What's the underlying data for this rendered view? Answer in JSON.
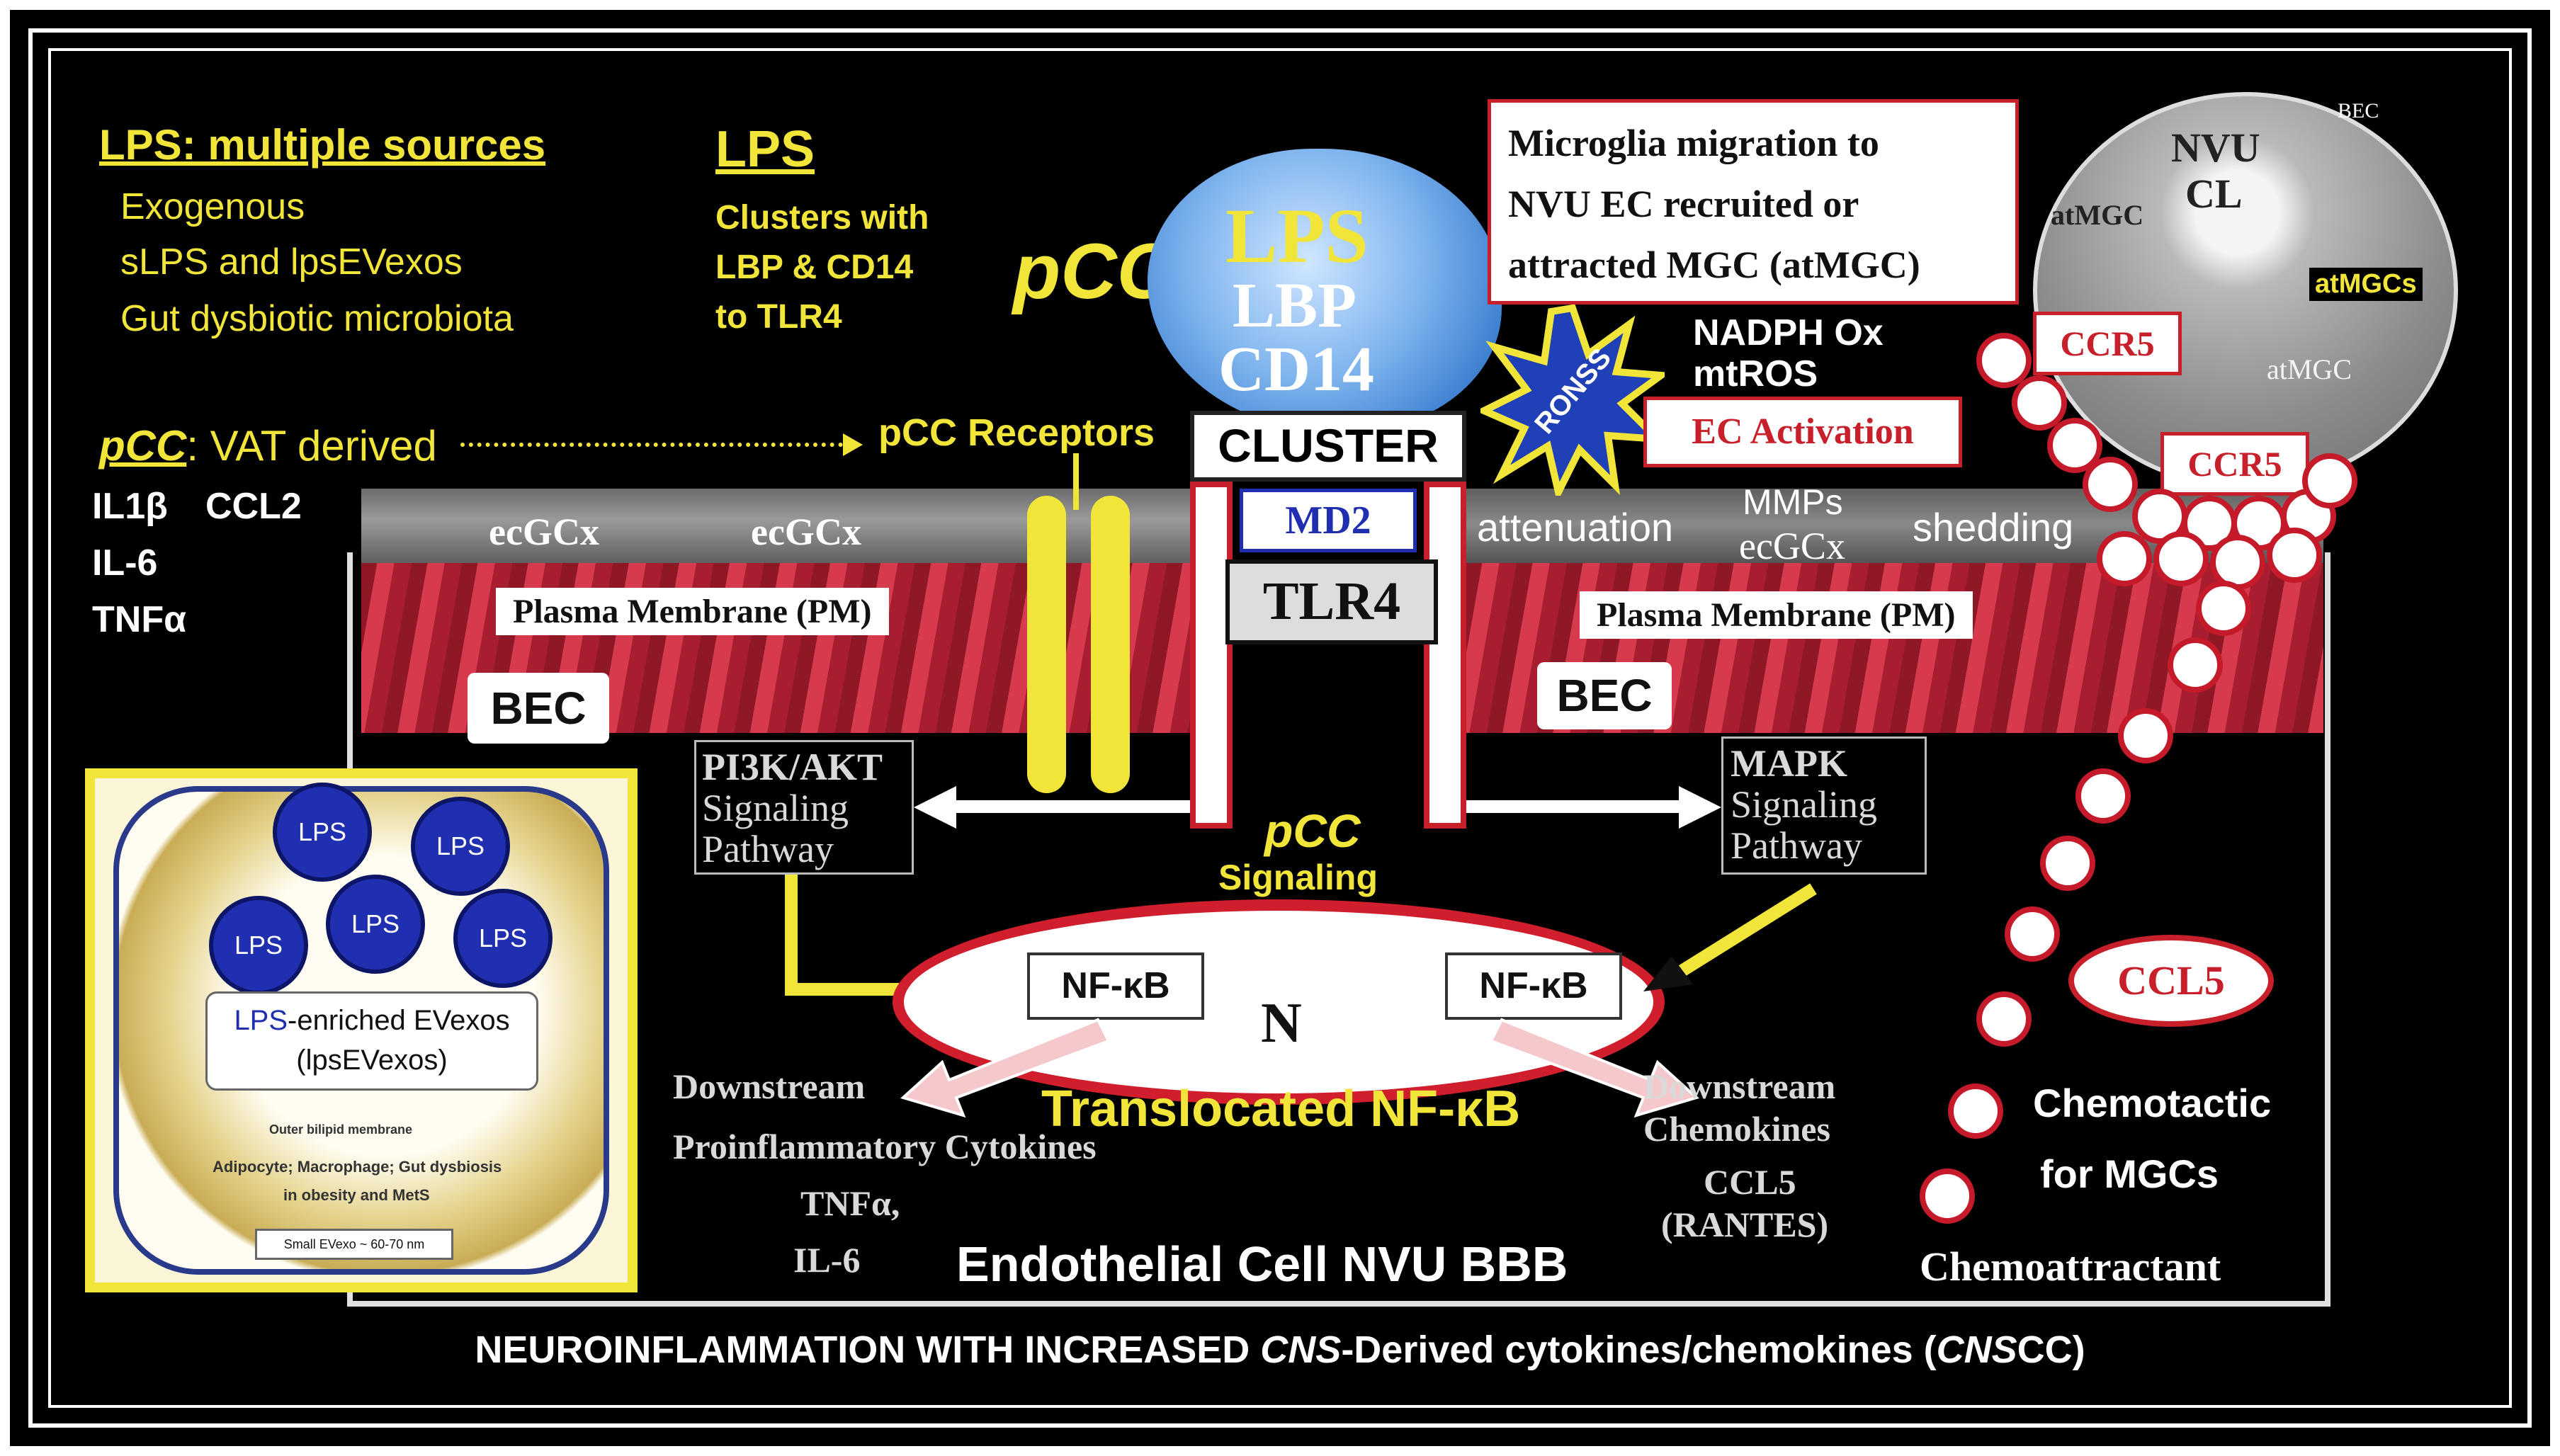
{
  "top_left": {
    "title": "LPS: multiple sources",
    "items": [
      "Exogenous",
      "sLPS and lpsEVexos",
      "Gut dysbiotic microbiota"
    ]
  },
  "lps_cluster_note": {
    "title": "LPS",
    "lines": [
      "Clusters with",
      "LBP & CD14",
      "to TLR4"
    ]
  },
  "pcc_label": "pCC",
  "lps_complex": {
    "line1": "LPS",
    "line2": "LBP",
    "line3": "CD14"
  },
  "microglia_box": [
    "Microglia migration to",
    "NVU EC recruited or",
    "attracted MGC (atMGC)"
  ],
  "micrograph": {
    "nvu": "NVU",
    "cl": "CL",
    "bec": "BEC",
    "atmgc_left": "atMGC",
    "atmgc_right": "atMGC",
    "atmgcs": "atMGCs"
  },
  "ccr5_labels": [
    "CCR5",
    "CCR5"
  ],
  "nadph": [
    "NADPH Ox",
    "mtROS"
  ],
  "ronss": "RONSS",
  "ec_activation": "EC Activation",
  "pcc_vat": {
    "prefix": "pCC",
    "text": ": VAT derived",
    "arrow_target": "pCC Receptors"
  },
  "cytokines": [
    "IL1β",
    "CCL2",
    "IL-6",
    "TNFα"
  ],
  "cluster": "CLUSTER",
  "md2": "MD2",
  "tlr4": "TLR4",
  "ecgcx": [
    "ecGCx",
    "ecGCx"
  ],
  "attenuation": "attenuation",
  "mmps": [
    "MMPs",
    "ecGCx"
  ],
  "shedding": "shedding",
  "plasma_membrane": [
    "Plasma Membrane (PM)",
    "Plasma Membrane (PM)"
  ],
  "bec_labels": [
    "BEC",
    "BEC"
  ],
  "pi3k": [
    "PI3K/AKT",
    "Signaling",
    "Pathway"
  ],
  "mapk": [
    "MAPK",
    "Signaling",
    "Pathway"
  ],
  "pcc_signaling": [
    "pCC",
    "Signaling"
  ],
  "nfkb": [
    "NF-κB",
    "NF-κB"
  ],
  "nucleus": "N",
  "translocated": "Translocated NF-κB",
  "downstream_left": [
    "Downstream",
    "Proinflammatory Cytokines",
    "TNFα,",
    "IL-6"
  ],
  "downstream_right": [
    "Downstream",
    "Chemokines",
    "CCL5",
    "(RANTES)"
  ],
  "endothelial": "Endothelial Cell NVU BBB",
  "ccl5": "CCL5",
  "chemotactic": [
    "Chemotactic",
    "for MGCs"
  ],
  "chemoattractant": "Chemoattractant",
  "inset": {
    "balls": [
      "LPS",
      "LPS",
      "LPS",
      "LPS",
      "LPS"
    ],
    "label_lps": "LPS",
    "label_rest": "-enriched EVexos",
    "label_line2": "(lpsEVexos)",
    "small1": "Outer bilipid membrane",
    "small2": "Adipocyte; Macrophage; Gut dysbiosis",
    "small3": "in obesity and MetS",
    "small4": "Small EVexo ~ 60-70 nm"
  },
  "footer": {
    "pre": "NEUROINFLAMMATION WITH INCREASED ",
    "italic1": "CNS",
    "mid": "-Derived cytokines/chemokines (",
    "italic2": "CNS",
    "post": "CC)"
  },
  "colors": {
    "yellow": "#f2e53a",
    "red": "#c8202a",
    "blue": "#1f2fb0",
    "black": "#000000"
  }
}
